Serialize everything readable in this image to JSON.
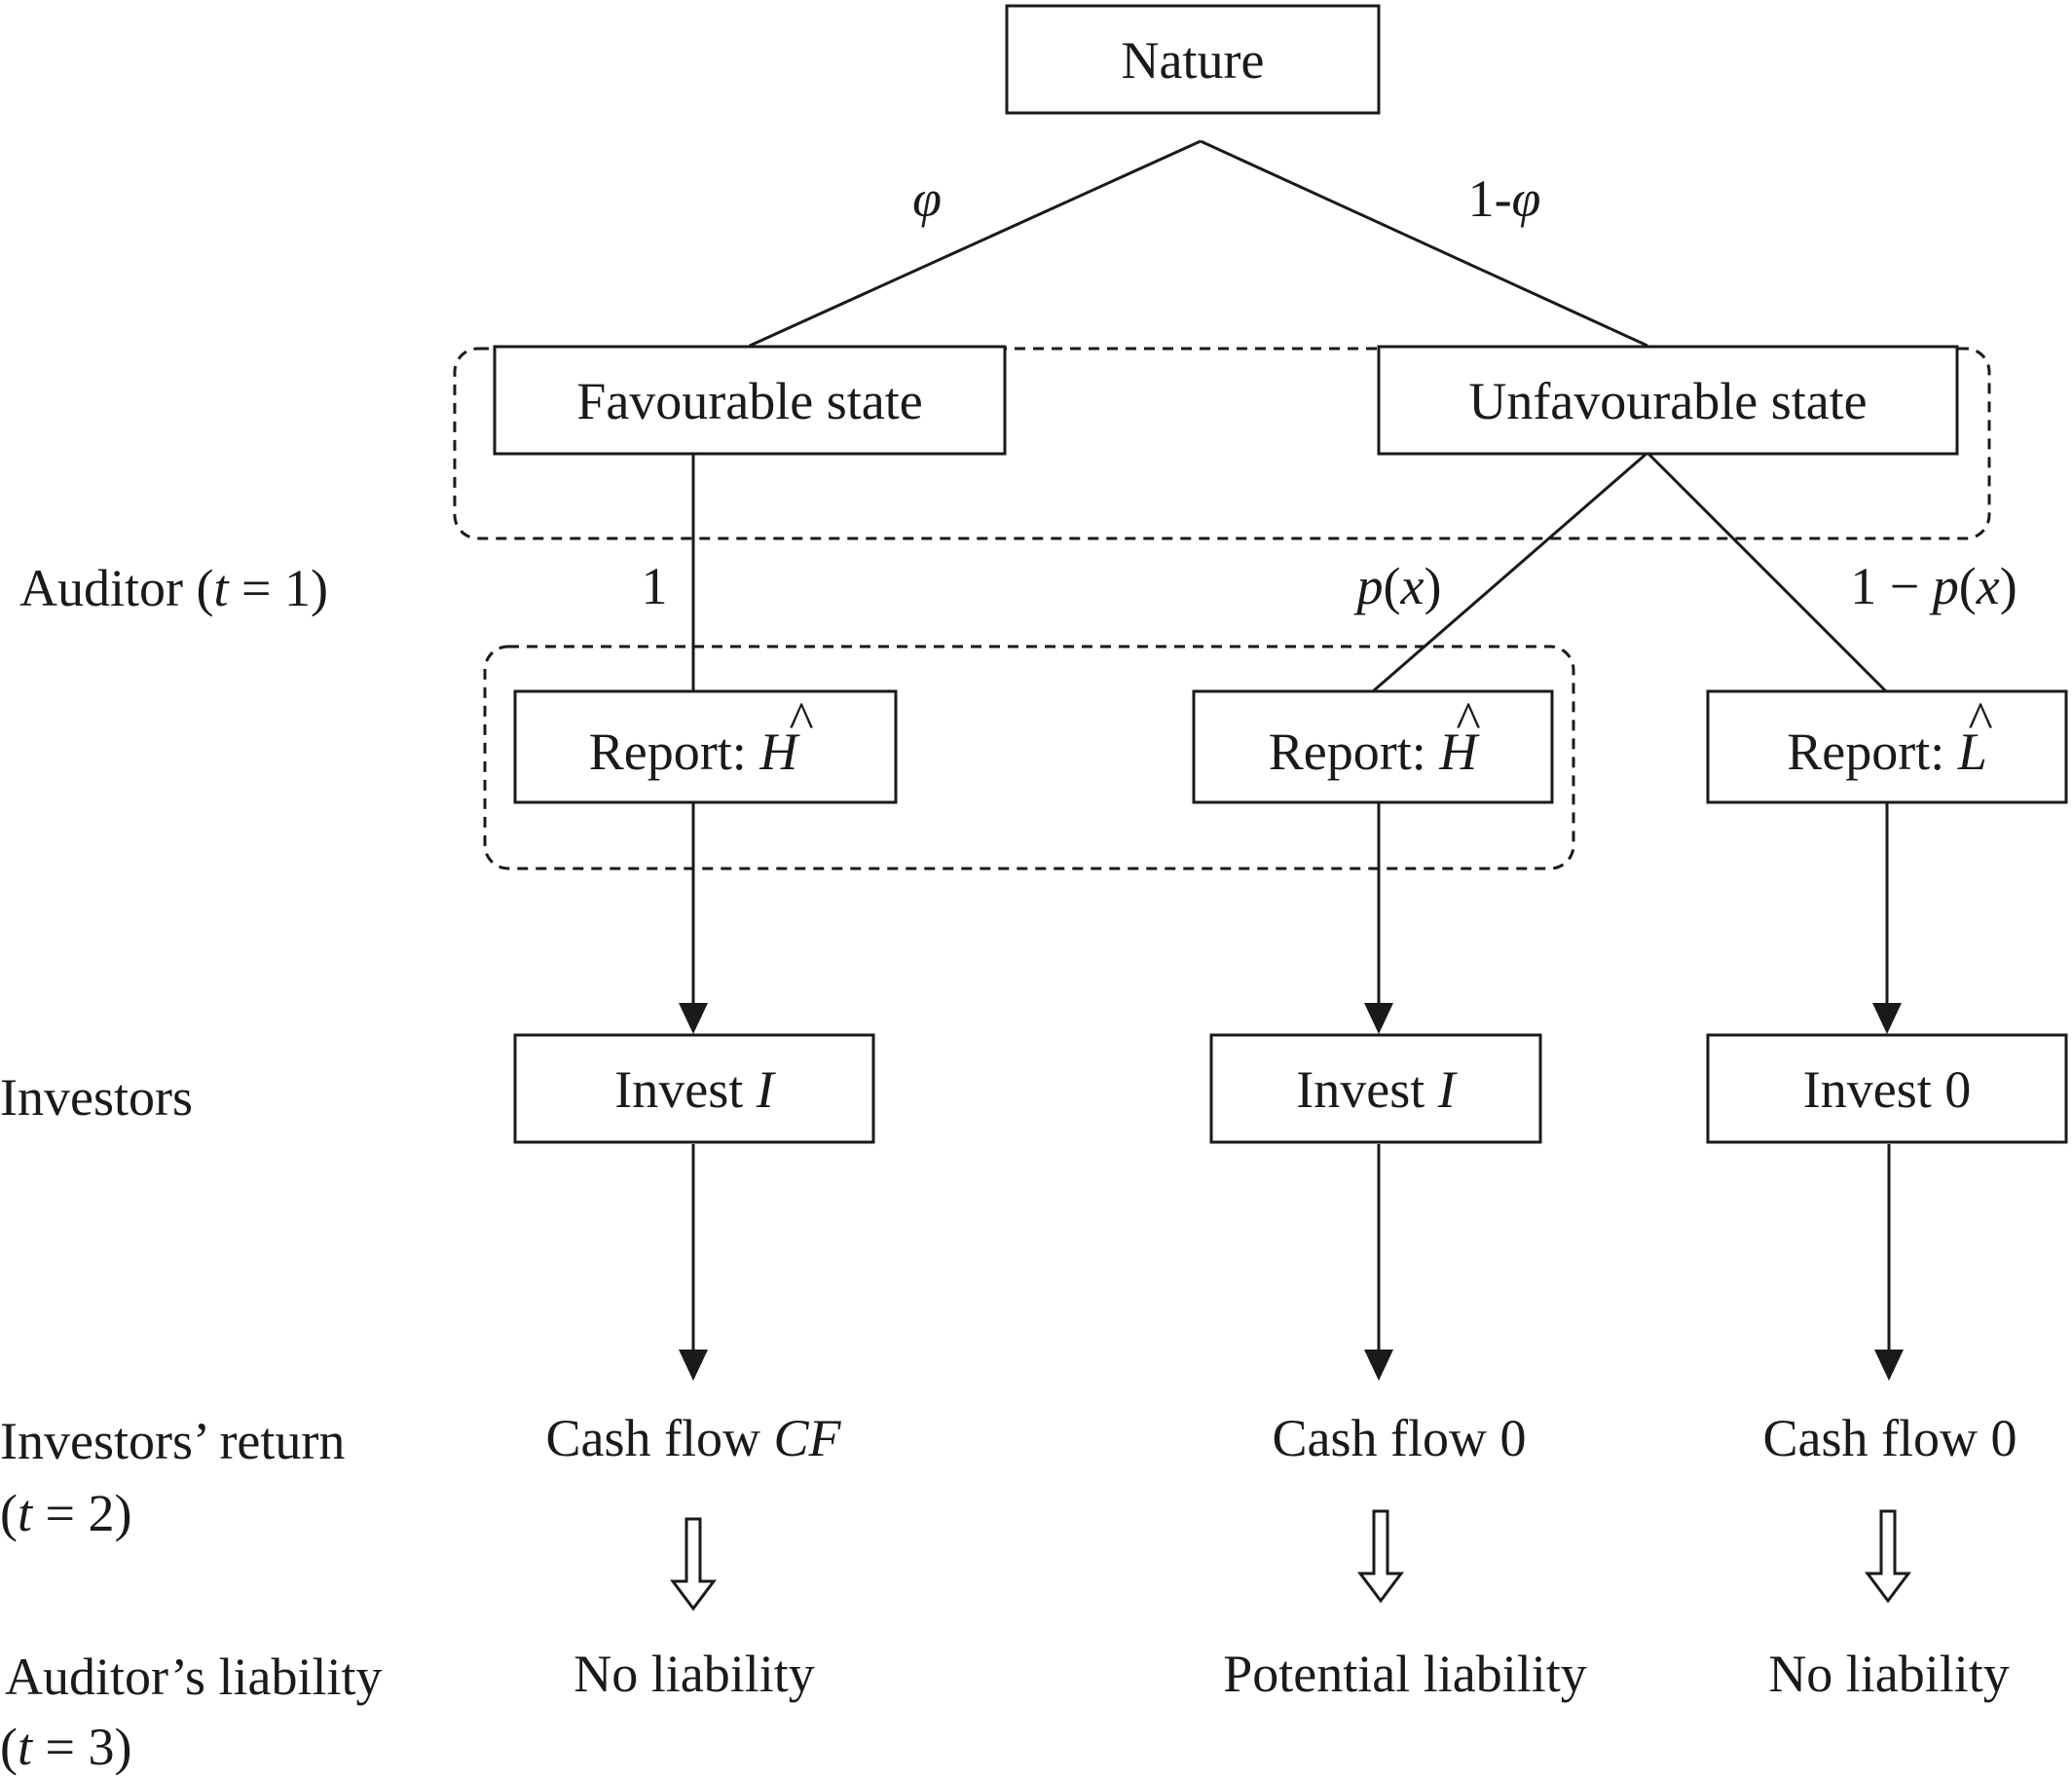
{
  "nodes": {
    "nature": "Nature",
    "favourable": "Favourable state",
    "unfavourable": "Unfavourable state",
    "report_fav": {
      "prefix": "Report: ",
      "symbol": "H",
      "accent": "^"
    },
    "report_unfav_h": {
      "prefix": "Report: ",
      "symbol": "H",
      "accent": "^"
    },
    "report_unfav_l": {
      "prefix": "Report: ",
      "symbol": "L",
      "accent": "^"
    },
    "invest_fav": {
      "prefix": "Invest ",
      "var": "I"
    },
    "invest_unfav_h": {
      "prefix": "Invest ",
      "var": "I"
    },
    "invest_unfav_l": "Invest 0"
  },
  "probabilities": {
    "fav": "φ",
    "unfav_prefix": "1-",
    "unfav_var": "φ",
    "report_fav": "1",
    "report_h": {
      "p": "p",
      "open": "(",
      "x": "x",
      "close": ")"
    },
    "report_l": {
      "prefix": "1 − ",
      "p": "p",
      "open": "(",
      "x": "x",
      "close": ")"
    }
  },
  "row_labels": {
    "auditor": {
      "prefix": "Auditor (",
      "var": "t",
      "suffix": " = 1)"
    },
    "investors": "Investors",
    "return_line1": "Investors’ return",
    "return_line2": {
      "prefix": "(",
      "var": "t",
      "suffix": " = 2)"
    },
    "liability_line1": "Auditor’s liability",
    "liability_line2": {
      "prefix": "(",
      "var": "t",
      "suffix": " = 3)"
    }
  },
  "outcomes": {
    "cash_fav": {
      "prefix": "Cash flow ",
      "var": "CF"
    },
    "cash_unfav_h": "Cash flow 0",
    "cash_unfav_l": "Cash flow 0",
    "liab_fav": "No liability",
    "liab_unfav_h": "Potential liability",
    "liab_unfav_l": "No liability"
  }
}
